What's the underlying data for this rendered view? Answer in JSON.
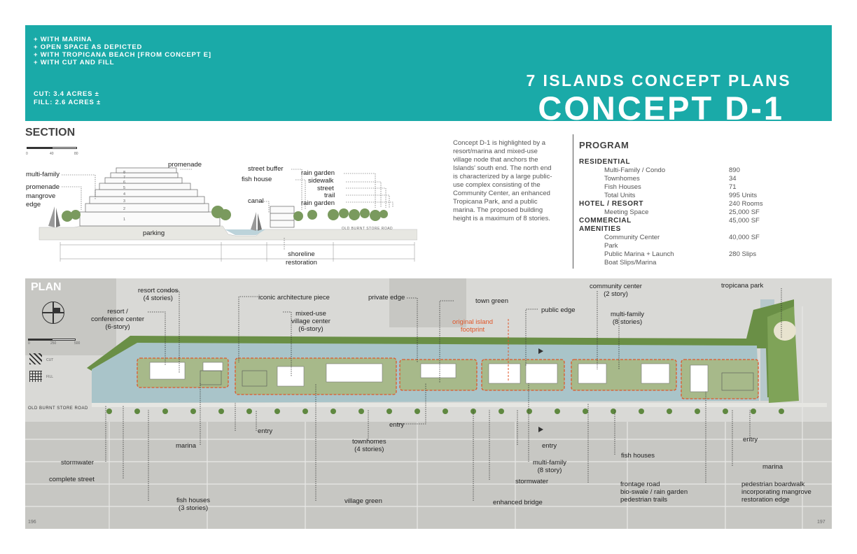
{
  "header": {
    "notes": [
      "+ WITH MARINA",
      "+ OPEN SPACE AS DEPICTED",
      "+ WITH TROPICANA BEACH [FROM CONCEPT E]",
      "+ WITH CUT AND FILL"
    ],
    "cut": "CUT: 3.4 ACRES ±",
    "fill": "FILL: 2.6 ACRES ±",
    "subtitle": "7 ISLANDS CONCEPT PLANS",
    "title": "CONCEPT D-1",
    "band_color": "#1aaaa8"
  },
  "section": {
    "title": "SECTION",
    "scale": [
      "0",
      "40",
      "80"
    ],
    "labels": {
      "multi_family": "multi-family",
      "promenade_left": "promenade",
      "mangrove_edge": "mangrove\nedge",
      "promenade_top": "promenade",
      "parking": "parking",
      "fish_house": "fish house",
      "canal": "canal",
      "street_buffer": "street buffer",
      "rain_garden_1": "rain garden",
      "sidewalk": "sidewalk",
      "street": "street",
      "trail": "trail",
      "rain_garden_2": "rain garden",
      "road_sign": "OLD BURNT STORE ROAD",
      "shoreline": "shoreline\nrestoration"
    },
    "floors": [
      "8",
      "7",
      "6",
      "5",
      "4",
      "3",
      "2",
      "1"
    ]
  },
  "description": "Concept D-1 is highlighted by a resort/marina and mixed-use village node that anchors the Islands' south end. The north end is characterized by a large public-use complex consisting of the Community Center, an enhanced Tropicana Park, and a public marina. The proposed building height is a maximum of 8 stories.",
  "program": {
    "title": "PROGRAM",
    "residential_head": "RESIDENTIAL",
    "residential": [
      {
        "label": "Multi-Family / Condo",
        "value": "890"
      },
      {
        "label": "Townhomes",
        "value": "34"
      },
      {
        "label": "Fish Houses",
        "value": "71"
      },
      {
        "label": "Total Units",
        "value": "995 Units"
      }
    ],
    "hotel_head": "HOTEL / RESORT",
    "hotel_value": "240 Rooms",
    "meeting_label": "Meeting Space",
    "meeting_value": "25,000 SF",
    "commercial_head": "COMMERCIAL",
    "commercial_value": "45,000 SF",
    "amenities_head": "AMENITIES",
    "community_label": "Community Center",
    "community_label2": "Park",
    "community_value": "40,000 SF",
    "marina_label": "Public Marina + Launch",
    "marina_label2": "Boat Slips/Marina",
    "marina_value": "280 Slips"
  },
  "plan": {
    "title": "PLAN",
    "scale": [
      "0",
      "250",
      "500"
    ],
    "cut_label": "CUT",
    "fill_label": "FILL",
    "road_label": "OLD BURNT STORE ROAD",
    "page_left": "196",
    "page_right": "197",
    "labels": {
      "resort_condos": "resort condos\n(4 stories)",
      "resort_conf": "resort /\nconference center\n(6-story)",
      "iconic": "iconic architecture piece",
      "mixed_use": "mixed-use\nvillage center\n(6-story)",
      "private_edge": "private edge",
      "town_green": "town green",
      "original": "original island\nfootprint",
      "public_edge": "public edge",
      "community_center": "community center\n(2 story)",
      "multi_family_top": "multi-family\n(8 stories)",
      "tropicana": "tropicana park",
      "entry1": "entry",
      "entry2": "entry",
      "entry3": "entry",
      "entry4": "entry",
      "marina_left": "marina",
      "townhomes": "townhomes\n(4 stories)",
      "stormwater_left": "stormwater",
      "complete_street": "complete street",
      "fish_houses_left": "fish houses\n(3 stories)",
      "village_green": "village green",
      "enhanced_bridge": "enhanced bridge",
      "multi_family_bottom": "multi-family\n(8 story)",
      "stormwater_mid": "stormwater",
      "fish_houses_right": "fish houses",
      "frontage": "frontage road\nbio-swale / rain garden\npedestrian trails",
      "marina_right": "marina",
      "boardwalk": "pedestrian boardwalk\nincorporating mangrove\nrestoration edge"
    },
    "colors": {
      "water": "#a9c4c9",
      "vegetation": "#6a8f46",
      "footprint": "#e0572a",
      "building": "#ffffff"
    }
  }
}
